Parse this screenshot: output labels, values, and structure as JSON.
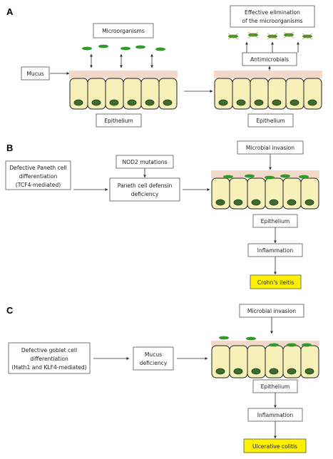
{
  "panels": {
    "a": {
      "label": "A",
      "microorganisms": "Microorganisms",
      "mucus": "Mucus",
      "epithelium_left": "Epithelium",
      "elimination": [
        "Effective elimination",
        "of the microorganisms"
      ],
      "antimicrobials": "Antimicrobials",
      "epithelium_right": "Epithelium"
    },
    "b": {
      "label": "B",
      "nod2": "NOD2 mutations",
      "defective_paneth": [
        "Defective Paneth cell",
        "differentiation",
        "(TCF4-mediated)"
      ],
      "paneth_defensin": [
        "Paneth cell defensin",
        "deficiency"
      ],
      "microbial_invasion": "Microbial invasion",
      "epithelium": "Epithelium",
      "inflammation": "Inflammation",
      "outcome": "Crohn’s ileitis"
    },
    "c": {
      "label": "C",
      "defective_goblet": [
        "Defective goblet cell",
        "differentiation",
        "(Hath1 and KLF4-mediated)"
      ],
      "mucus_deficiency": [
        "Mucus",
        "deficiency"
      ],
      "microbial_invasion": "Microbial invasion",
      "epithelium": "Epithelium",
      "inflammation": "Inflammation",
      "outcome": "Ulcerative colitis"
    }
  },
  "colors": {
    "cell_fill": "#f7f0b8",
    "nucleus": "#3f6b2e",
    "nucleus_stroke": "#1d3a12",
    "mucus": "#f3d9c9",
    "microbe": "#2f9b2a",
    "highlight": "#ffef00"
  }
}
